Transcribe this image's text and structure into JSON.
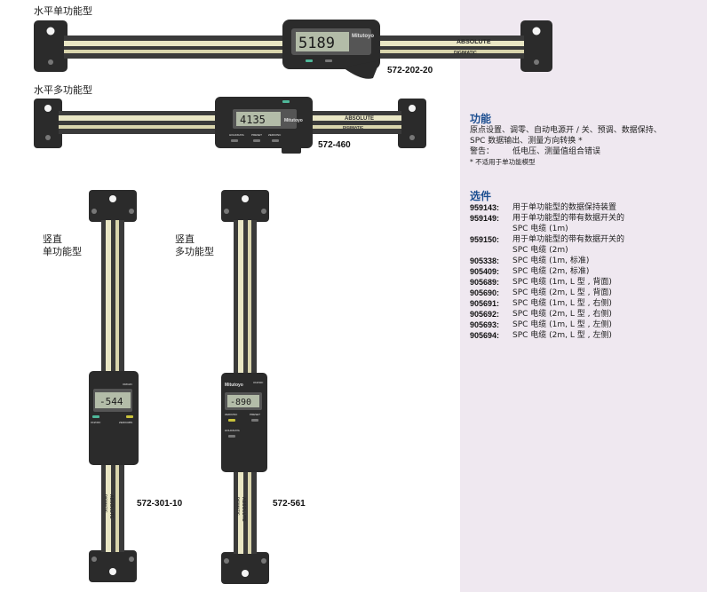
{
  "captions": {
    "h_single": "水平单功能型",
    "h_multi": "水平多功能型",
    "v_single_1": "竖直",
    "v_single_2": "单功能型",
    "v_multi_1": "竖直",
    "v_multi_2": "多功能型"
  },
  "models": {
    "h_single": "572-202-20",
    "h_multi": "572-460",
    "v_single": "572-301-10",
    "v_multi": "572-561"
  },
  "displays": {
    "h_single": "5189",
    "h_multi": "4135",
    "v_single": "-544",
    "v_multi": "-890"
  },
  "labels": {
    "brand": "Mitutoyo",
    "absolute": "ABSOLUTE",
    "digimatic": "DIGIMATIC",
    "on_off": "ON/OFF",
    "origin": "ORIGIN",
    "zero_abs": "ZERO/ABS",
    "hold_data": "HOLD/DATA",
    "preset": "PRESET",
    "zero_inc": "ZERO/INC"
  },
  "functions": {
    "title": "功能",
    "line1": "原点设置、调零、自动电源开 / 关、预调、数据保持、",
    "line2": "SPC 数据输出、测量方向转换 *",
    "warn_label": "警告：",
    "warn_text": "低电压、测量值组合错误",
    "note": "* 不适用于单功能模型"
  },
  "options": {
    "title": "选件",
    "items": [
      {
        "code": "959143",
        "desc": "用于单功能型的数据保持装置"
      },
      {
        "code": "959149",
        "desc": "用于单功能型的带有数据开关的"
      },
      {
        "code": "",
        "desc": "SPC 电缆 (1m)"
      },
      {
        "code": "959150",
        "desc": "用于单功能型的带有数据开关的"
      },
      {
        "code": "",
        "desc": "SPC 电缆 (2m)"
      },
      {
        "code": "905338",
        "desc": "SPC 电缆 (1m, 标准)"
      },
      {
        "code": "905409",
        "desc": "SPC 电缆 (2m, 标准)"
      },
      {
        "code": "905689",
        "desc": "SPC 电缆 (1m, L 型 , 背面)"
      },
      {
        "code": "905690",
        "desc": "SPC 电缆 (2m, L 型 , 背面)"
      },
      {
        "code": "905691",
        "desc": "SPC 电缆 (1m, L 型 , 右侧)"
      },
      {
        "code": "905692",
        "desc": "SPC 电缆 (2m, L 型 , 右侧)"
      },
      {
        "code": "905693",
        "desc": "SPC 电缆 (1m, L 型 , 左侧)"
      },
      {
        "code": "905694",
        "desc": "SPC 电缆 (2m, L 型 , 左侧)"
      }
    ]
  },
  "colors": {
    "panel": "#efe8f0",
    "section_title": "#1d4f91",
    "body": "#2b2b2b",
    "rail": "#e9e6c4",
    "lcd": "#b3bca8"
  }
}
